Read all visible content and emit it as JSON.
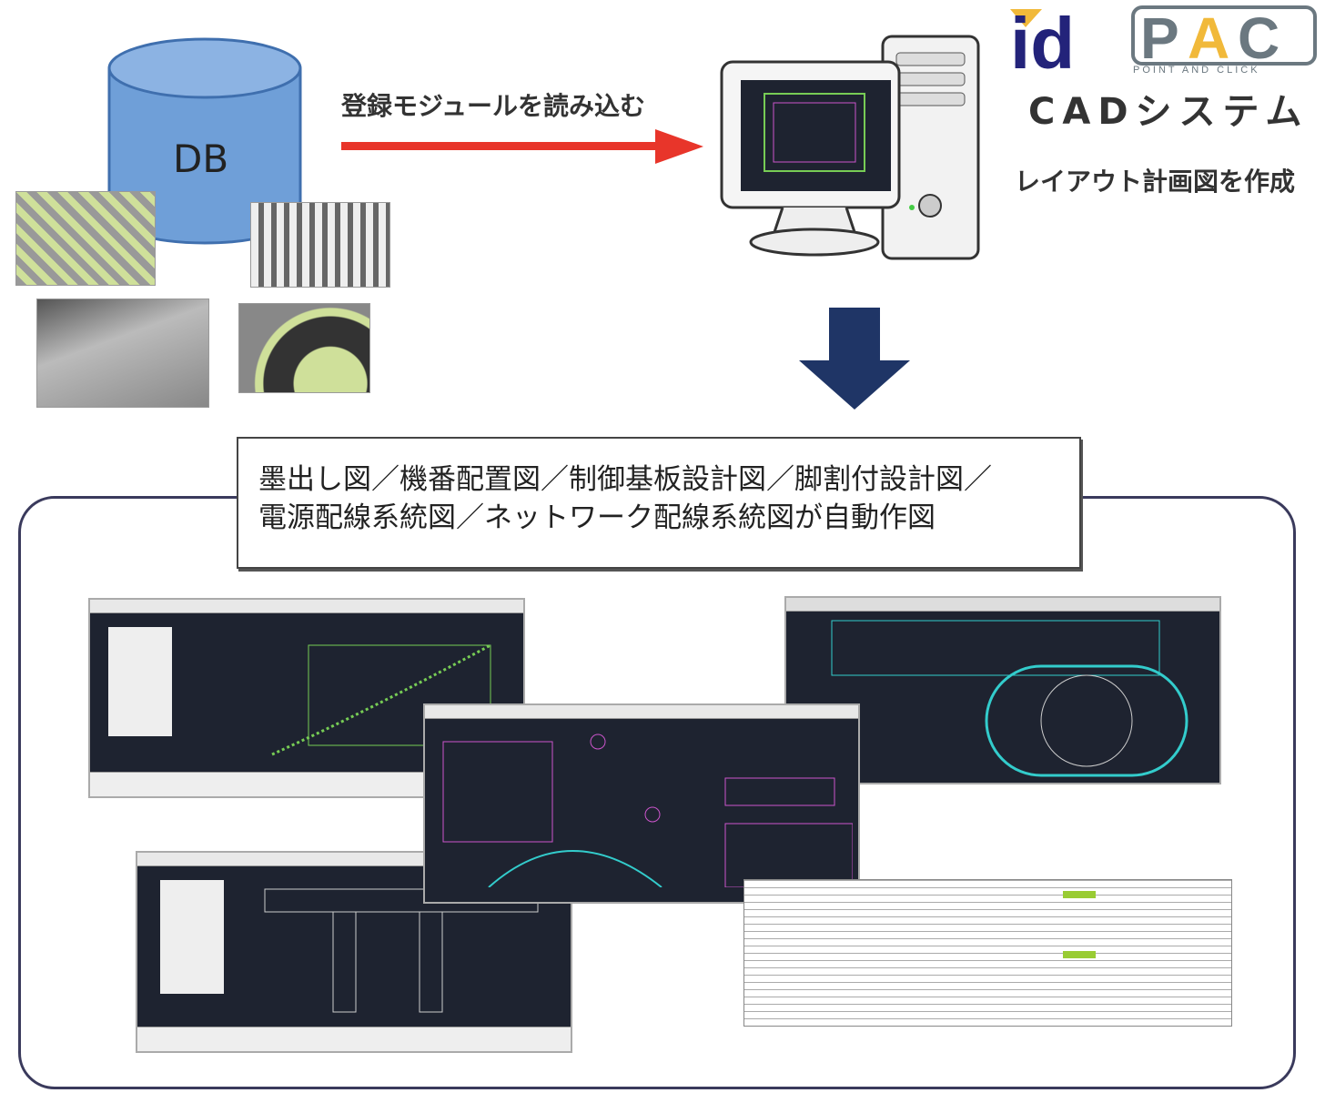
{
  "db": {
    "label": "DB",
    "color": "#6f9fd8"
  },
  "arrow_label": "登録モジュールを読み込む",
  "logo": {
    "id": "id",
    "pac": "PAC",
    "tagline": "POINT AND CLICK",
    "colors": {
      "id": "#23237a",
      "pac": "#6b7880",
      "accent": "#f1b93a"
    }
  },
  "system_title": "CADシステム",
  "system_subtitle": "レイアウト計画図を作成",
  "outputs_note": {
    "line1": "墨出し図／機番配置図／制御基板設計図／脚割付設計図／",
    "line2": "電源配線系統図／ネットワーク配線系統図が自動作図"
  },
  "colors": {
    "red_arrow": "#e8352a",
    "down_arrow": "#1f3566",
    "cad_bg": "#1e2330"
  }
}
